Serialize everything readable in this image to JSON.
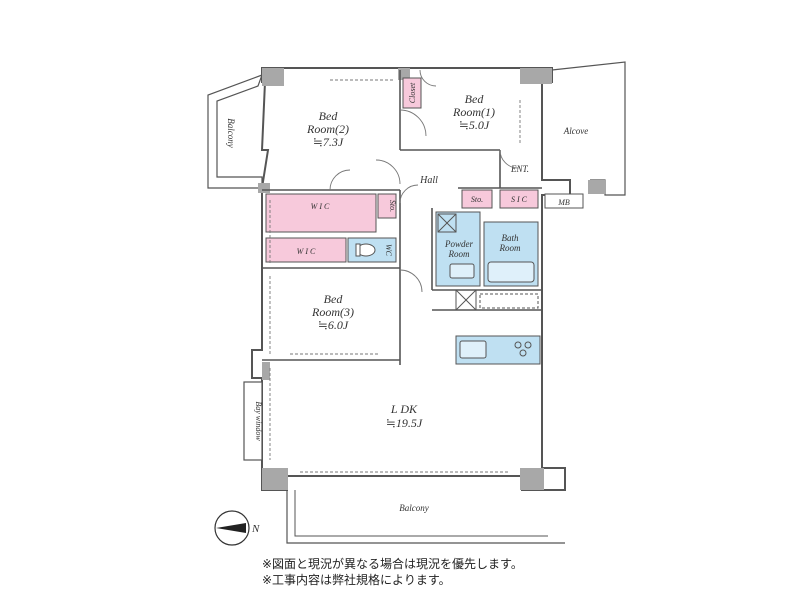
{
  "rooms": {
    "bed2": {
      "title": "Bed",
      "name": "Room(2)",
      "size": "≒7.3J"
    },
    "bed1": {
      "title": "Bed",
      "name": "Room(1)",
      "size": "≒5.0J"
    },
    "bed3": {
      "title": "Bed",
      "name": "Room(3)",
      "size": "≒6.0J"
    },
    "ldk": {
      "name": "L DK",
      "size": "≒19.5J"
    },
    "bath": {
      "line1": "Bath",
      "line2": "Room"
    },
    "powder": {
      "line1": "Powder",
      "line2": "Room"
    }
  },
  "labels": {
    "balcony_left": "Balcony",
    "balcony_bottom": "Balcony",
    "closet": "Closet",
    "alcove": "Alcove",
    "hall": "Hall",
    "entrance": "ENT.",
    "sto1": "Sto.",
    "sto2": "Sto.",
    "sic": "S I C",
    "mb": "MB",
    "wic1": "W I C",
    "wic2": "W I C",
    "wc": "WC",
    "bay_window": "Bay window"
  },
  "compass": {
    "label": "N"
  },
  "notes": [
    "※図面と現況が異なる場合は現況を優先します。",
    "※工事内容は弊社規格によります。"
  ],
  "colors": {
    "storage_pink": "#f7c9db",
    "water_blue": "#bfe0f2",
    "wall_gray": "#a8a8a8",
    "line": "#555555"
  }
}
